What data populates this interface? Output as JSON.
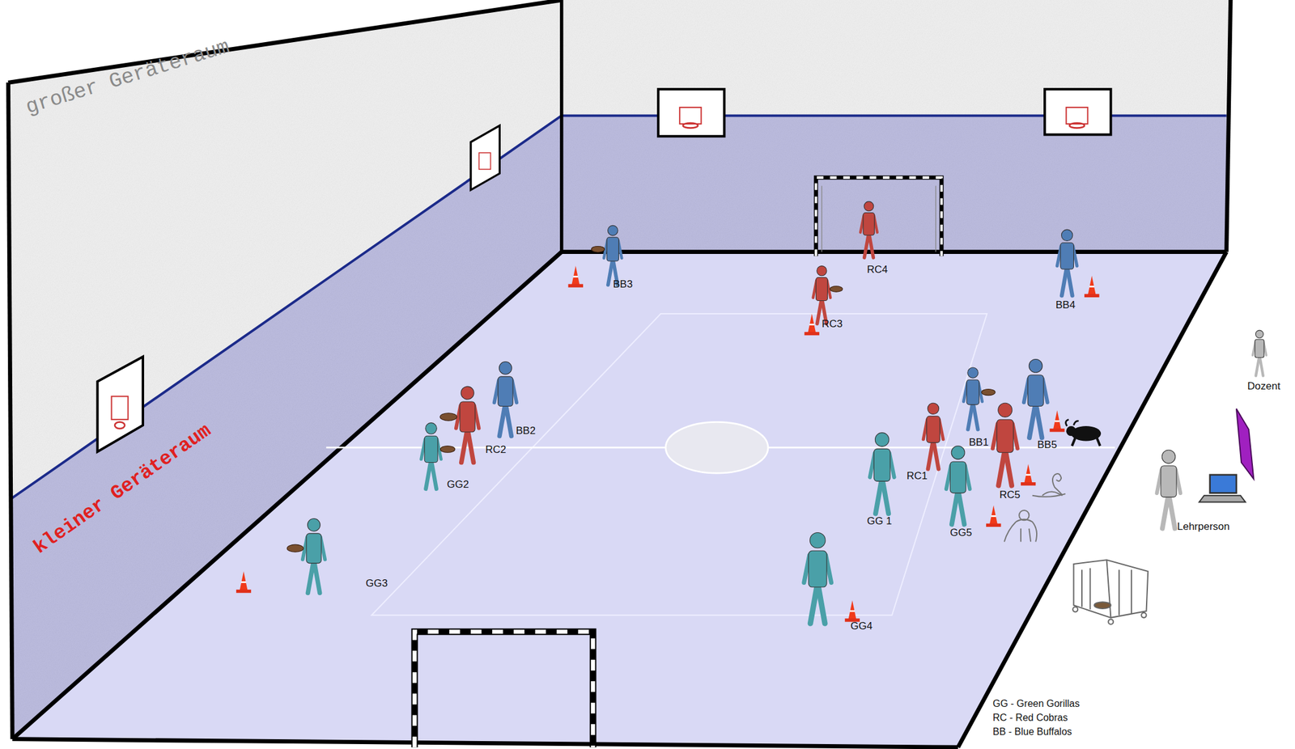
{
  "diagram": {
    "labels": [
      "großer Geräteraum",
      "kleiner Geräteraum",
      "BB3",
      "RC4",
      "RC3",
      "BB4",
      "BB2",
      "RC2",
      "GG2",
      "BB1",
      "BB5",
      "RC1",
      "RC5",
      "GG 1",
      "GG5",
      "GG3",
      "GG4",
      "Dozent",
      "Lehrperson",
      "GG - Green Gorillas",
      "RC - Red Cobras",
      "BB - Blue Buffalos"
    ]
  }
}
